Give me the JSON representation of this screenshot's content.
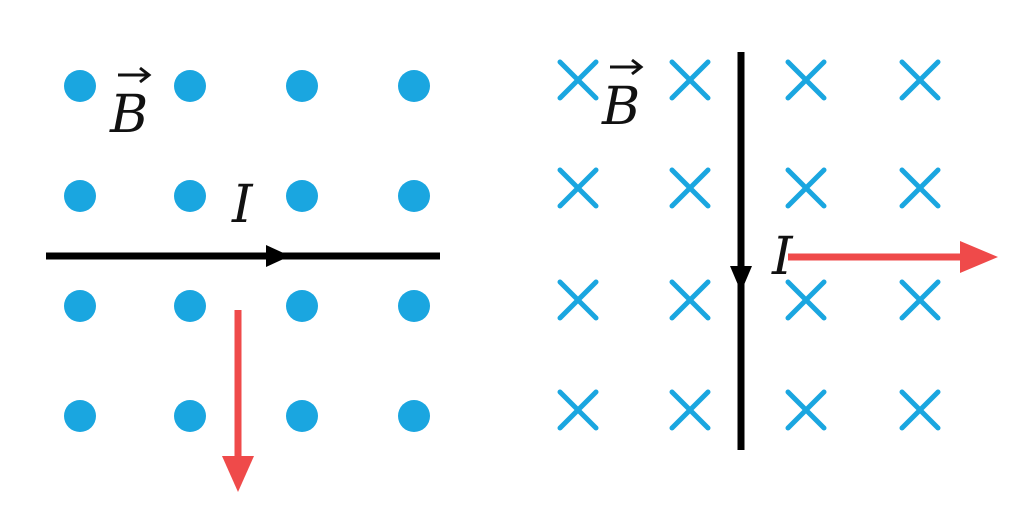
{
  "colors": {
    "field_marker": "#1aa6e0",
    "wire": "#000000",
    "force_arrow": "#ef4a4a",
    "text": "#111111"
  },
  "panels": [
    {
      "id": "left",
      "field_direction": "out-of-page",
      "field_marker_icon": "dot-icon",
      "field_label": "B",
      "current_label": "I",
      "current_direction": "right",
      "force_direction": "down",
      "grid": {
        "rows": 4,
        "cols": 4
      }
    },
    {
      "id": "right",
      "field_direction": "into-page",
      "field_marker_icon": "cross-icon",
      "field_label": "B",
      "current_label": "I",
      "current_direction": "down",
      "force_direction": "right",
      "grid": {
        "rows": 4,
        "cols": 4
      }
    }
  ]
}
